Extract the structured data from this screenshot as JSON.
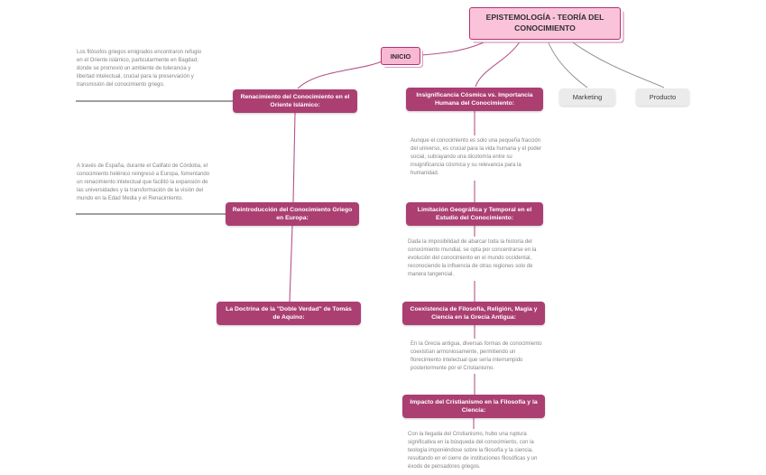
{
  "colors": {
    "branch_pink": "#b5548a",
    "line_dark": "#3f3f3f",
    "line_gray": "#8f8f8f",
    "topic_bg": "#ab3f72",
    "topic_text": "#ffffff",
    "root_bg": "#fac3da",
    "root_border": "#b5316e",
    "gray_node_bg": "#ebebeb",
    "note_text": "#848484"
  },
  "title_node": {
    "label": "EPISTEMOLOGÍA - TEORÍA DEL CONOCIMIENTO"
  },
  "inicio_node": {
    "label": "INICIO"
  },
  "side_nodes": {
    "marketing": "Marketing",
    "producto": "Producto"
  },
  "topics": {
    "renacimiento": {
      "label": "Renacimiento del Conocimiento en el Oriente Islámico:"
    },
    "insignificancia": {
      "label": "Insignificancia Cósmica vs. Importancia Humana del Conocimiento:"
    },
    "reintroduccion": {
      "label": "Reintroducción del Conocimiento Griego en Europa:"
    },
    "limitacion": {
      "label": "Limitación Geográfica y Temporal en el Estudio del Conocimiento:"
    },
    "doctrina": {
      "label": "La Doctrina de la \"Doble Verdad\" de Tomás de Aquino:"
    },
    "coexistencia": {
      "label": "Coexistencia de Filosofía, Religión, Magia y Ciencia en la Grecia Antigua:"
    },
    "impacto": {
      "label": "Impacto del Cristianismo en la Filosofía y la Ciencia:"
    }
  },
  "notes": {
    "filosofos": {
      "text": "Los filósofos griegos emigrados encontraron refugio en el Oriente islámico, particularmente en Bagdad, donde se promovió un ambiente de tolerancia y libertad intelectual, crucial para la preservación y transmisión del conocimiento griego."
    },
    "espana": {
      "text": "A través de España, durante el Califato de Córdoba, el conocimiento helénico reingresó a Europa, fomentando un renacimiento intelectual que facilitó la expansión de las universidades y la transformación de la visión del mundo en la Edad Media y el Renacimiento."
    },
    "cosmica": {
      "text": "Aunque el conocimiento es solo una pequeña fracción del universo, es crucial para la vida humana y el poder social, subrayando una dicotomía entre su insignificancia cósmica y su relevancia para la humanidad."
    },
    "occidental": {
      "text": "Dada la imposibilidad de abarcar toda la historia del conocimiento mundial, se opta por concentrarse en la evolución del conocimiento en el mundo occidental, reconociendo la influencia de otras regiones solo de manera tangencial."
    },
    "grecia": {
      "text": "En la Grecia antigua, diversas formas de conocimiento coexistían armoniosamente, permitiendo un florecimiento intelectual que sería interrumpido posteriormente por el Cristianismo."
    },
    "cristianismo": {
      "text": "Con la llegada del Cristianismo, hubo una ruptura significativa en la búsqueda del conocimiento, con la teología imponiéndose sobre la filosofía y la ciencia, resultando en el cierre de instituciones filosóficas y un éxodo de pensadores griegos."
    }
  }
}
